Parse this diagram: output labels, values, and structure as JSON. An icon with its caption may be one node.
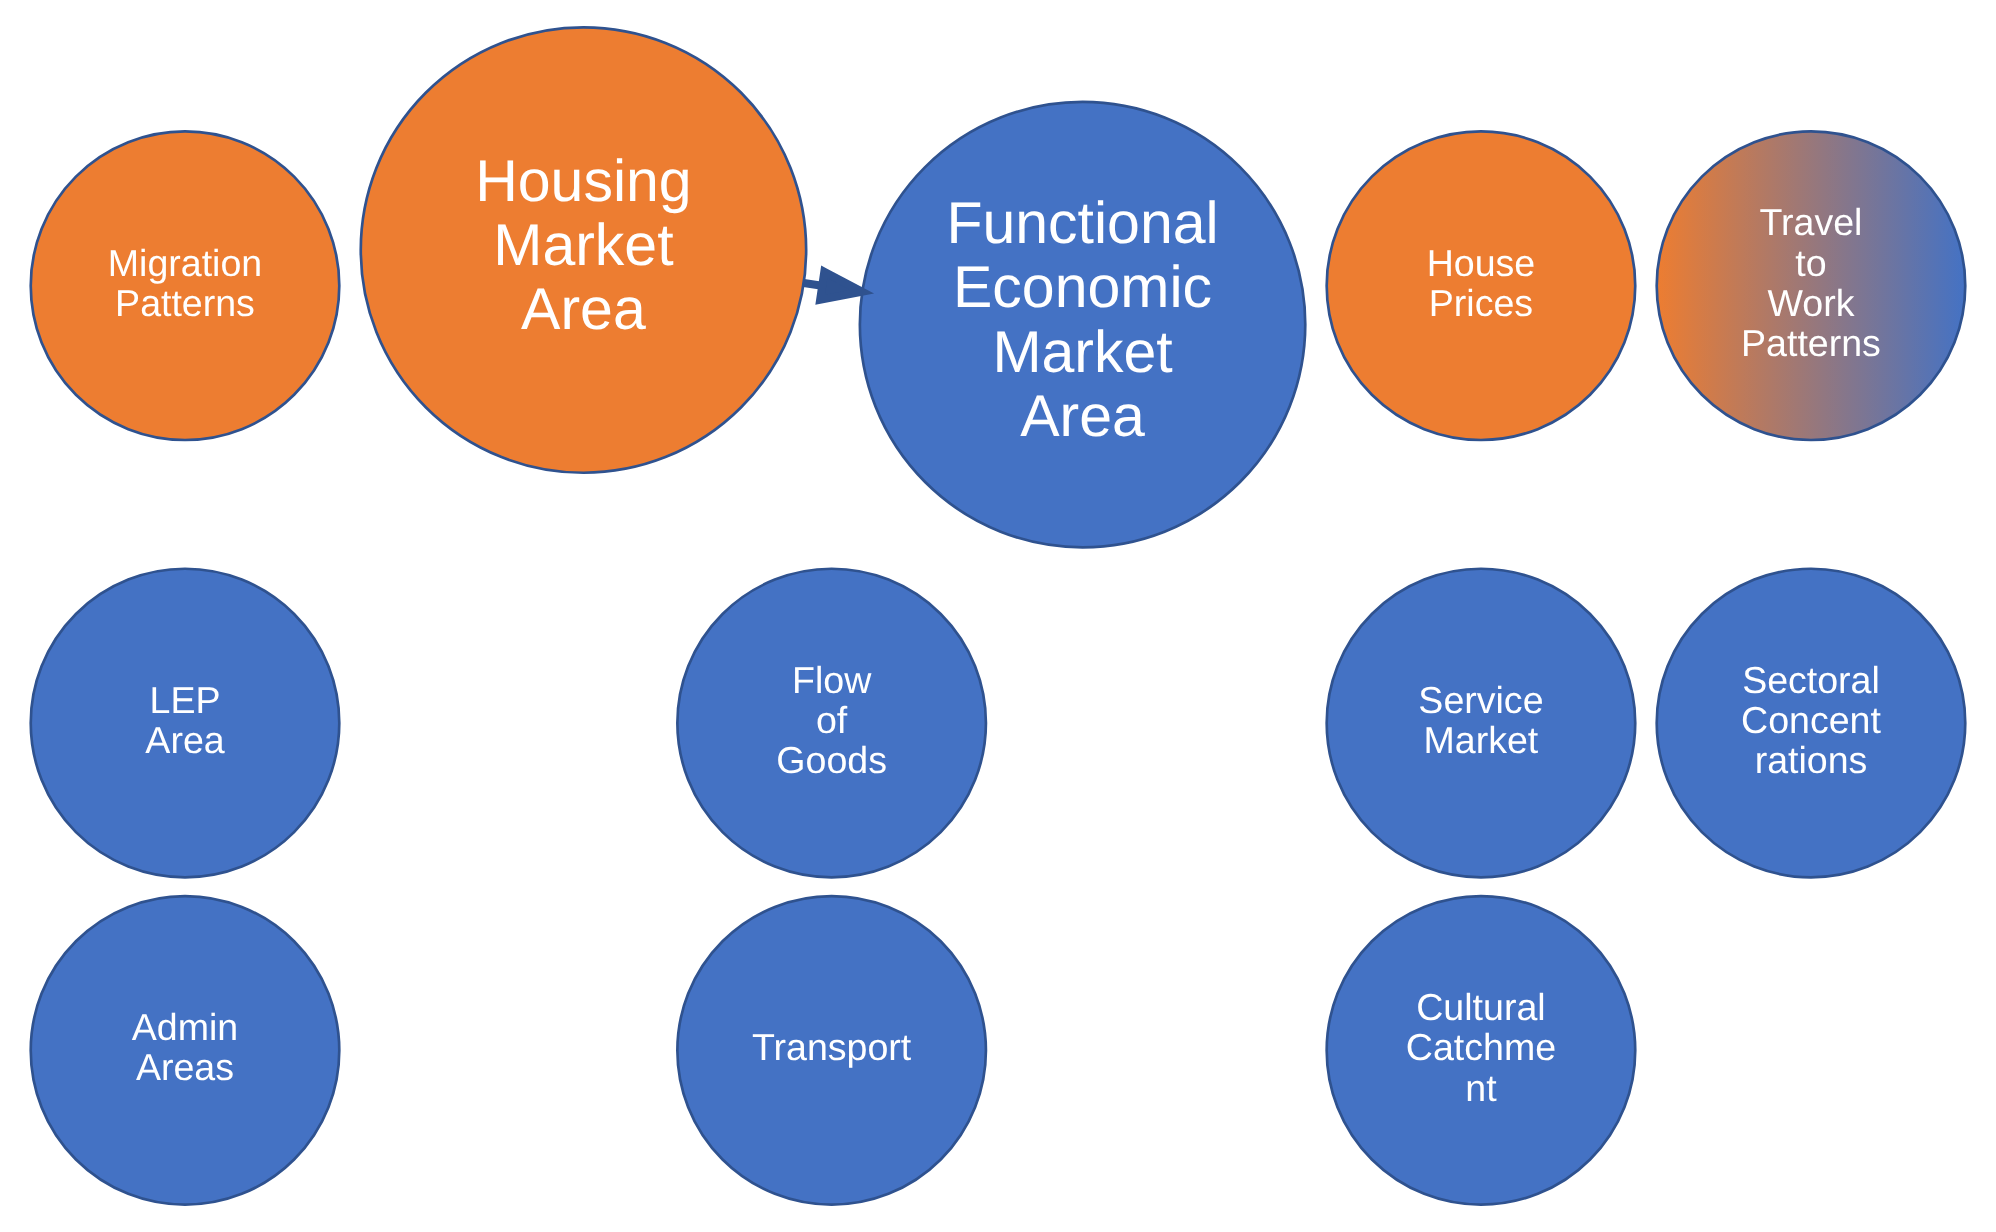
{
  "diagram": {
    "nodes": [
      {
        "text": [
          "Migration Patterns"
        ]
      },
      {
        "text": [
          "Housing Market Area"
        ]
      },
      {
        "text": [
          "House Prices"
        ]
      },
      {
        "text": [
          "Travel to Work Patterns"
        ]
      },
      {
        "text": [
          "LEP Area"
        ]
      },
      {
        "text": [
          "Flow of Goods"
        ]
      },
      {
        "text": [
          "Service Market"
        ]
      },
      {
        "text": [
          "Functional Economic Market Area"
        ]
      },
      {
        "text": [
          "Sectoral Concent rations"
        ]
      },
      {
        "text": [
          "Admin Areas"
        ]
      },
      {
        "text": [
          "Transport"
        ]
      },
      {
        "text": [
          "Cultural Catchme nt"
        ]
      }
    ],
    "edges": [
      {
        "from": 1,
        "to": 7,
        "arrow": "to"
      }
    ]
  }
}
